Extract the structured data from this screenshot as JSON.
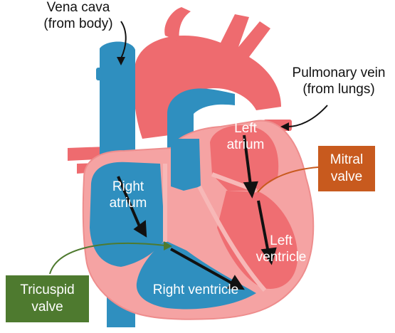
{
  "labels": {
    "vena_cava": "Vena cava",
    "vena_cava_sub": "(from body)",
    "pulmonary_vein": "Pulmonary vein",
    "pulmonary_vein_sub": "(from lungs)",
    "left_atrium_1": "Left",
    "left_atrium_2": "atrium",
    "right_atrium_1": "Right",
    "right_atrium_2": "atrium",
    "left_ventricle_1": "Left",
    "left_ventricle_2": "ventricle",
    "right_ventricle": "Right ventricle"
  },
  "callouts": {
    "mitral_1": "Mitral",
    "mitral_2": "valve",
    "tricuspid_1": "Tricuspid",
    "tricuspid_2": "valve"
  },
  "colors": {
    "deoxygenated_blue": "#2f8fbf",
    "oxygenated_red": "#f0686d",
    "chamber_pink": "#f7a9a8",
    "mitral_box": "#c85a1e",
    "tricuspid_box": "#4e7a2f"
  }
}
